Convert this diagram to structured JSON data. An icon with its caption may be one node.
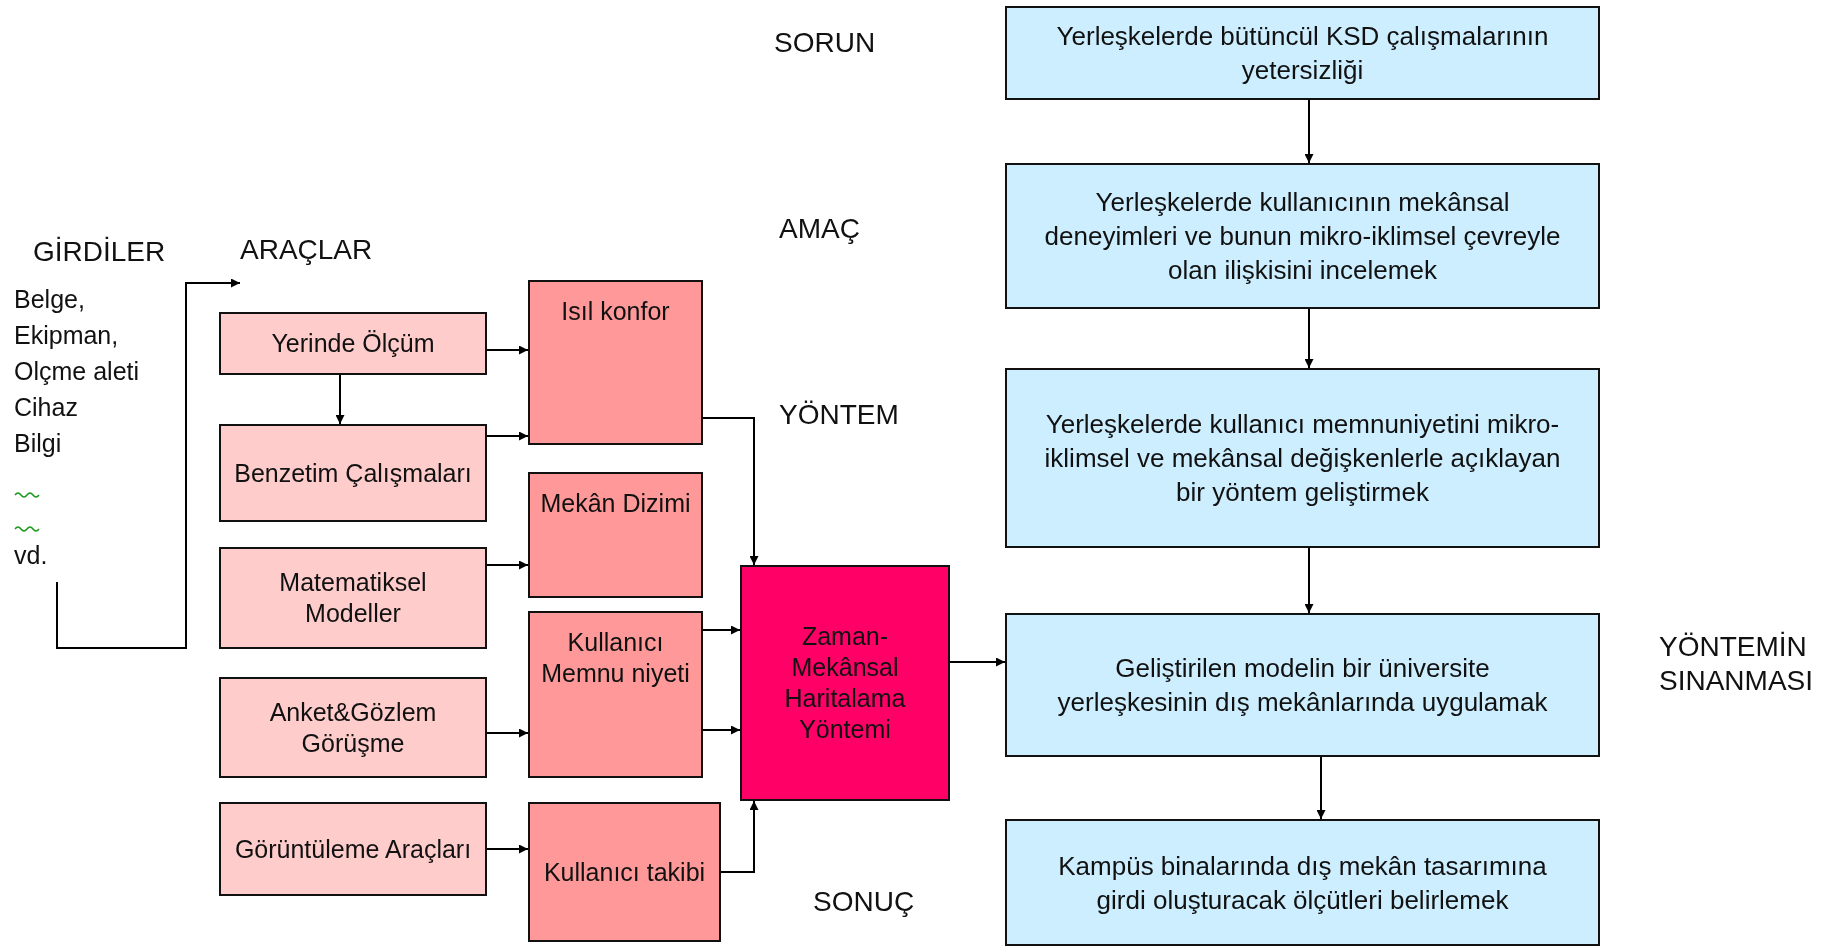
{
  "diagram": {
    "nodes": [
      {
        "text": [
          "GİRDİLER",
          "Belge,",
          "Ekipman,",
          "Olçme aleti",
          "Cihaz",
          "Bilgi",
          "vd."
        ]
      },
      {
        "text": [
          "ARAÇLAR"
        ]
      },
      {
        "text": [
          "Yerinde Ölçüm"
        ]
      },
      {
        "text": [
          "Benzetim Çalışmaları"
        ]
      },
      {
        "text": [
          "Matematiksel Modeller"
        ]
      },
      {
        "text": [
          "Anket&Gözlem Görüşme"
        ]
      },
      {
        "text": [
          "Görüntüleme Araçları"
        ]
      },
      {
        "text": [
          "Isıl konfor"
        ]
      },
      {
        "text": [
          "Mekân Dizimi"
        ]
      },
      {
        "text": [
          "Kullanıcı Memnu niyeti"
        ]
      },
      {
        "text": [
          "Kullanıcı takibi"
        ]
      },
      {
        "text": [
          "Zaman-Mekânsal Haritalama Yöntemi"
        ]
      },
      {
        "text": [
          "Yerleşkelerde bütüncül KSD çalışmalarının yetersizliği"
        ]
      },
      {
        "text": [
          "Yerleşkelerde kullanıcının mekânsal deneyimleri ve bunun mikro-iklimsel çevreyle olan ilişkisini incelemek"
        ]
      },
      {
        "text": [
          "Yerleşkelerde kullanıcı memnuniyetini mikro-iklimsel ve mekânsal değişkenlerle açıklayan bir yöntem geliştirmek"
        ]
      },
      {
        "text": [
          "Geliştirilen modelin bir üniversite yerleşkesinin dış mekânlarında uygulamak"
        ]
      },
      {
        "text": [
          "Kampüs binalarında dış mekân tasarımına girdi oluşturacak ölçütleri belirlemek"
        ]
      }
    ],
    "edges": [
      {
        "from": 0,
        "to": 1,
        "arrow": "to"
      },
      {
        "from": 2,
        "to": 7,
        "arrow": "to"
      },
      {
        "from": 2,
        "to": 3,
        "arrow": "to"
      },
      {
        "from": 3,
        "to": 7,
        "arrow": "to"
      },
      {
        "from": 4,
        "to": 8,
        "arrow": "to"
      },
      {
        "from": 5,
        "to": 9,
        "arrow": "to"
      },
      {
        "from": 6,
        "to": 10,
        "arrow": "to"
      },
      {
        "from": 7,
        "to": 11,
        "arrow": "to"
      },
      {
        "from": 9,
        "to": 11,
        "arrow": "to"
      },
      {
        "from": 9,
        "to": 11,
        "arrow": "to"
      },
      {
        "from": 10,
        "to": 11,
        "arrow": "to"
      },
      {
        "from": 11,
        "to": 15,
        "arrow": "to"
      },
      {
        "from": 12,
        "to": 13,
        "arrow": "to"
      },
      {
        "from": 13,
        "to": 14,
        "arrow": "to"
      },
      {
        "from": 14,
        "to": 15,
        "arrow": "to"
      },
      {
        "from": 15,
        "to": 16,
        "arrow": "to"
      }
    ],
    "labels": [
      "SORUN",
      "AMAÇ",
      "YÖNTEM",
      "YÖNTEMİN SINANMASI",
      "SONUÇ"
    ]
  }
}
